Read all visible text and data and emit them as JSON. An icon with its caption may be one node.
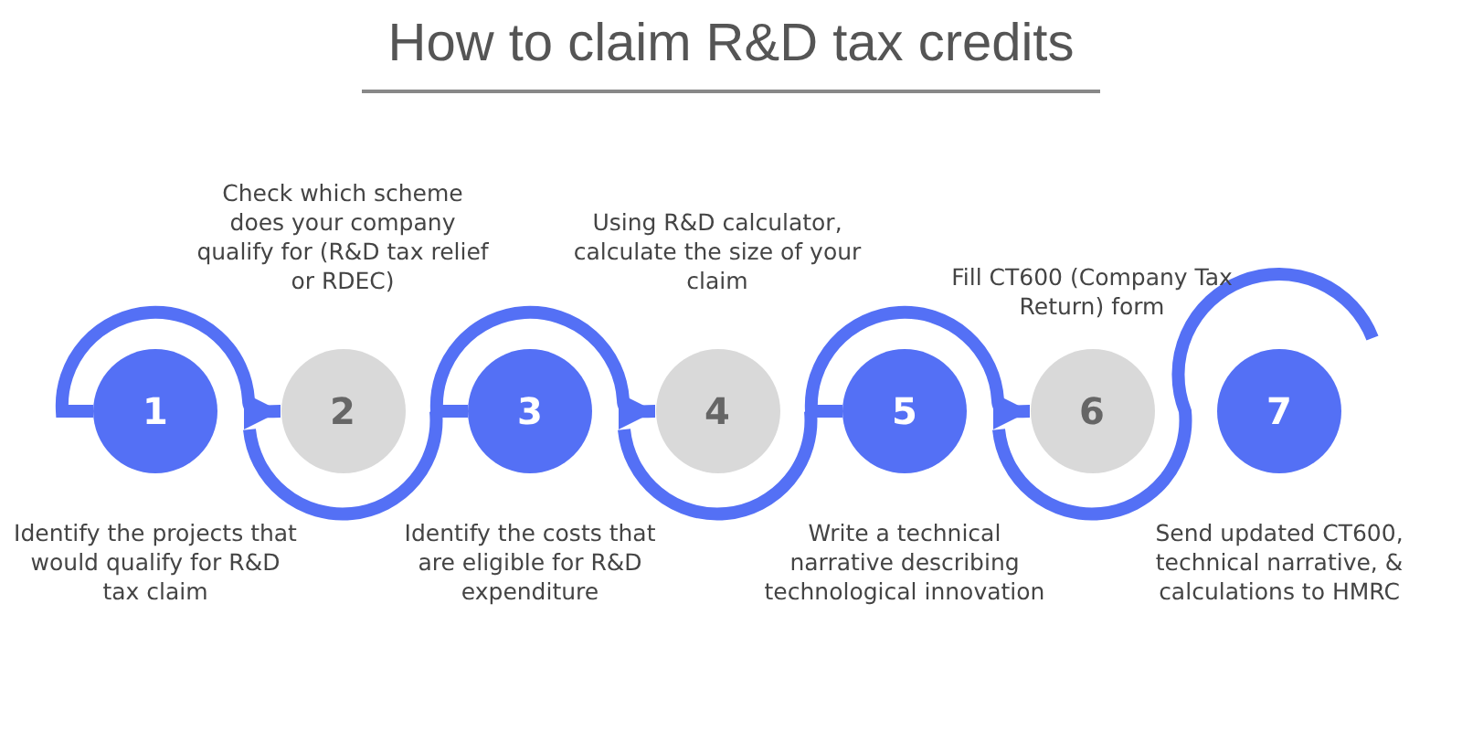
{
  "diagram": {
    "title": "How to claim R&D tax credits",
    "nodes": [
      {
        "text": [
          "1"
        ],
        "beside": [
          "Identify the projects that would qualify for R&D tax claim"
        ]
      },
      {
        "text": [
          "2"
        ],
        "beside": [
          "Check which scheme does your company qualify for (R&D tax relief or RDEC)"
        ]
      },
      {
        "text": [
          "3"
        ],
        "beside": [
          "Identify the costs that are eligible for R&D expenditure"
        ]
      },
      {
        "text": [
          "4"
        ],
        "beside": [
          "Using R&D calculator, calculate the size of your claim"
        ]
      },
      {
        "text": [
          "5"
        ],
        "beside": [
          "Write a technical narrative describing technological innovation"
        ]
      },
      {
        "text": [
          "6"
        ],
        "beside": [
          "Fill CT600 (Company Tax Return) form"
        ]
      },
      {
        "text": [
          "7"
        ],
        "beside": [
          "Send updated CT600, technical narrative, & calculations to HMRC"
        ]
      }
    ],
    "edges": [
      {
        "from": 0,
        "to": 1,
        "arrow": "to"
      },
      {
        "from": 1,
        "to": 2,
        "arrow": "none"
      },
      {
        "from": 2,
        "to": 3,
        "arrow": "to"
      },
      {
        "from": 3,
        "to": 4,
        "arrow": "none"
      },
      {
        "from": 4,
        "to": 5,
        "arrow": "to"
      },
      {
        "from": 5,
        "to": 6,
        "arrow": "none"
      }
    ]
  }
}
